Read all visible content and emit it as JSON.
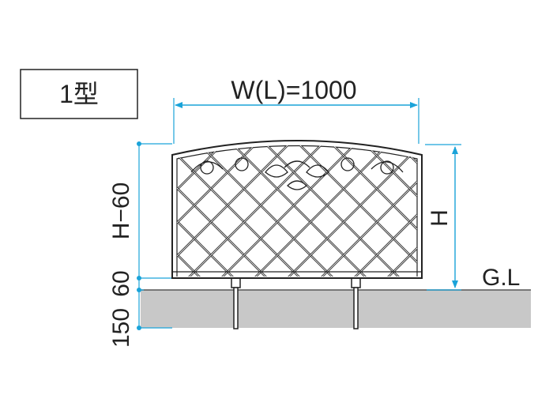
{
  "type_label": "1型",
  "width_label": "W(L)=1000",
  "height_label": "H",
  "ground_label": "G.L",
  "side_dims": [
    "H−60",
    "60",
    "150"
  ],
  "colors": {
    "dimension": "#1aa3d9",
    "ground": "#c8c8c8",
    "fence": "#222222"
  }
}
